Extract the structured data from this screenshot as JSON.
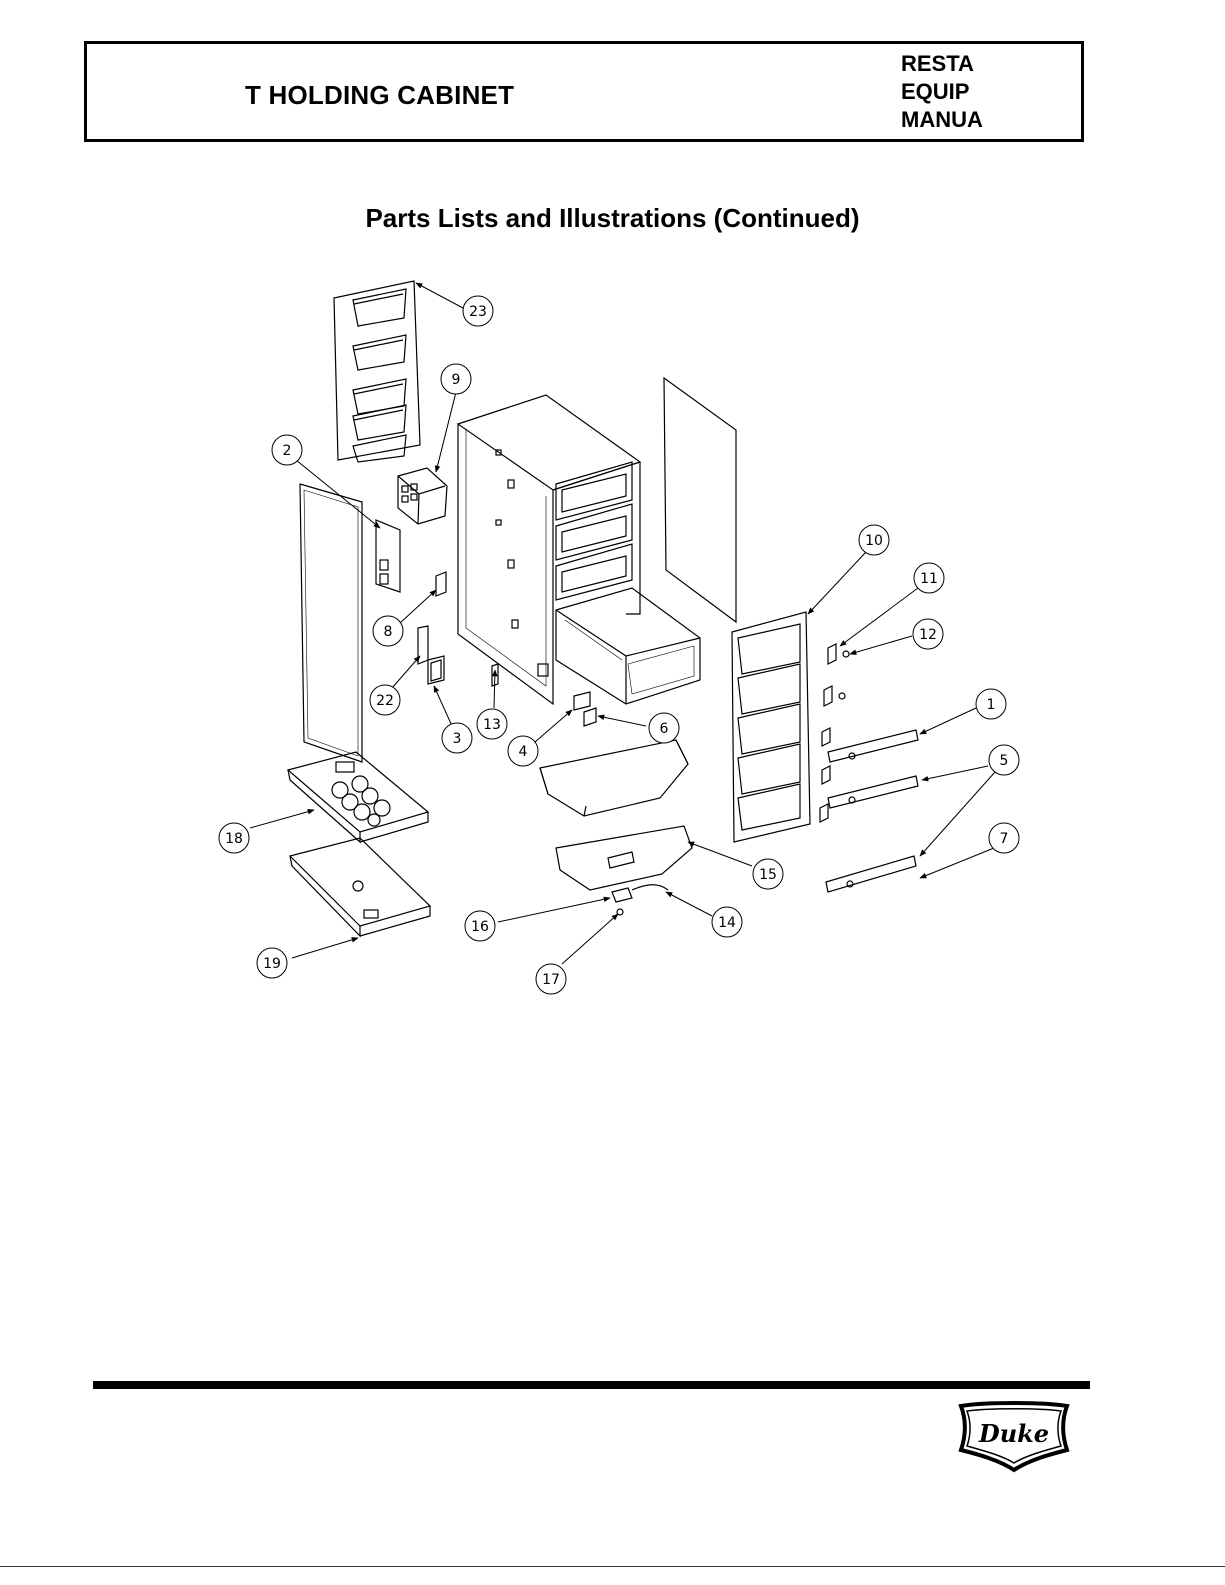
{
  "header": {
    "title": "T HOLDING CABINET",
    "right_lines": [
      "RESTA",
      "EQUIP",
      "MANUA"
    ]
  },
  "section_title": "Parts Lists and Illustrations (Continued)",
  "diagram": {
    "callouts": [
      "23",
      "9",
      "2",
      "8",
      "22",
      "3",
      "13",
      "4",
      "6",
      "10",
      "11",
      "12",
      "1",
      "5",
      "7",
      "15",
      "14",
      "16",
      "17",
      "18",
      "19"
    ]
  },
  "logo": {
    "text": "Duke"
  },
  "colors": {
    "ink": "#000000",
    "paper": "#ffffff"
  }
}
